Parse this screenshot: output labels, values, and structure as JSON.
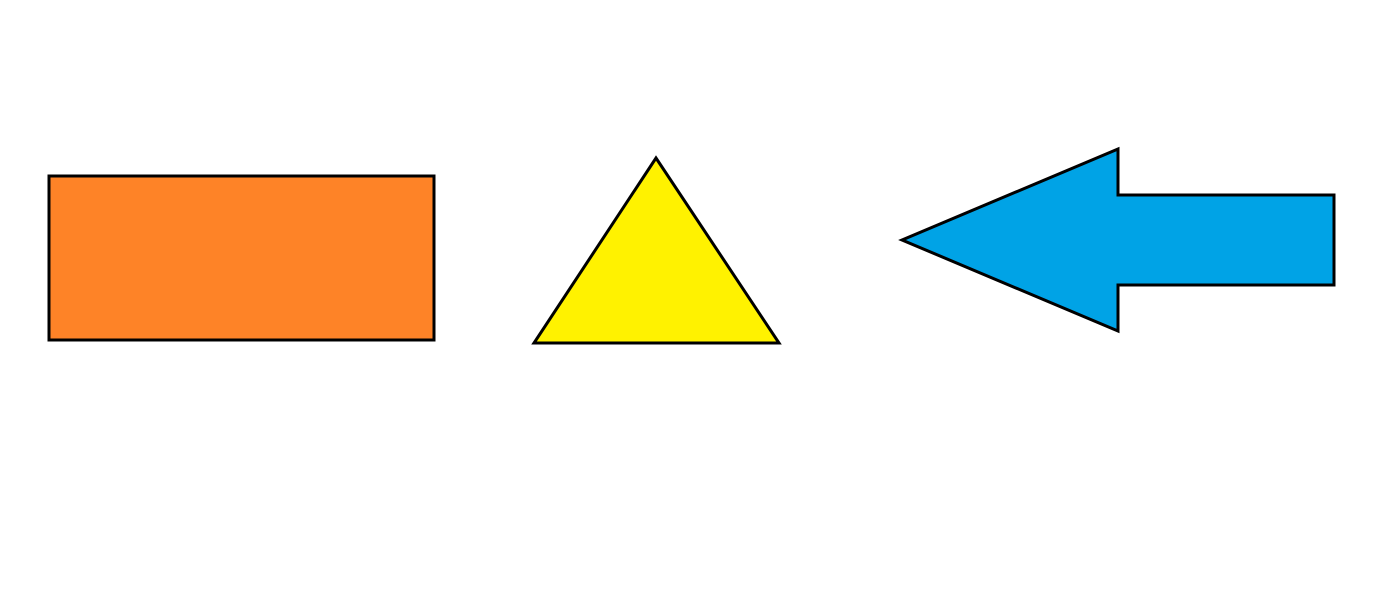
{
  "canvas": {
    "background": "#ffffff"
  },
  "shapes": [
    {
      "name": "rectangle",
      "fill": "#fe8327",
      "stroke": "#000000"
    },
    {
      "name": "triangle",
      "fill": "#fff200",
      "stroke": "#000000"
    },
    {
      "name": "left-arrow",
      "fill": "#00a3e6",
      "stroke": "#000000",
      "direction": "left"
    }
  ]
}
